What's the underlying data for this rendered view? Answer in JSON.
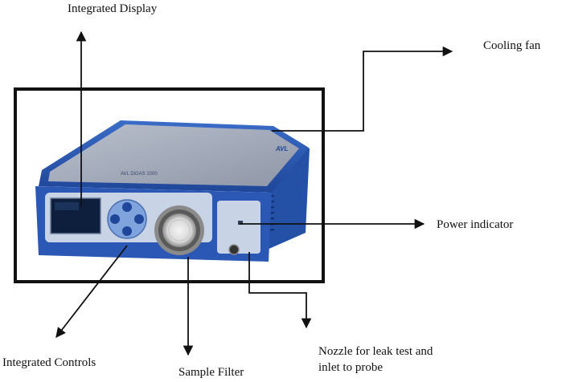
{
  "labels": {
    "integrated_display": "Integrated Display",
    "cooling_fan": "Cooling fan",
    "power_indicator": "Power indicator",
    "integrated_controls": "Integrated Controls",
    "sample_filter": "Sample Filter",
    "nozzle_line1": "Nozzle for leak test and",
    "nozzle_line2": "inlet to probe"
  },
  "device": {
    "brand": "AVL",
    "model": "AVL DiGAS 1000"
  },
  "colors": {
    "body_blue": "#2a58b4",
    "front_panel": "#c9d3e6",
    "top_panel": "#a9afbe",
    "arrow": "#111111",
    "frame": "#111111"
  }
}
